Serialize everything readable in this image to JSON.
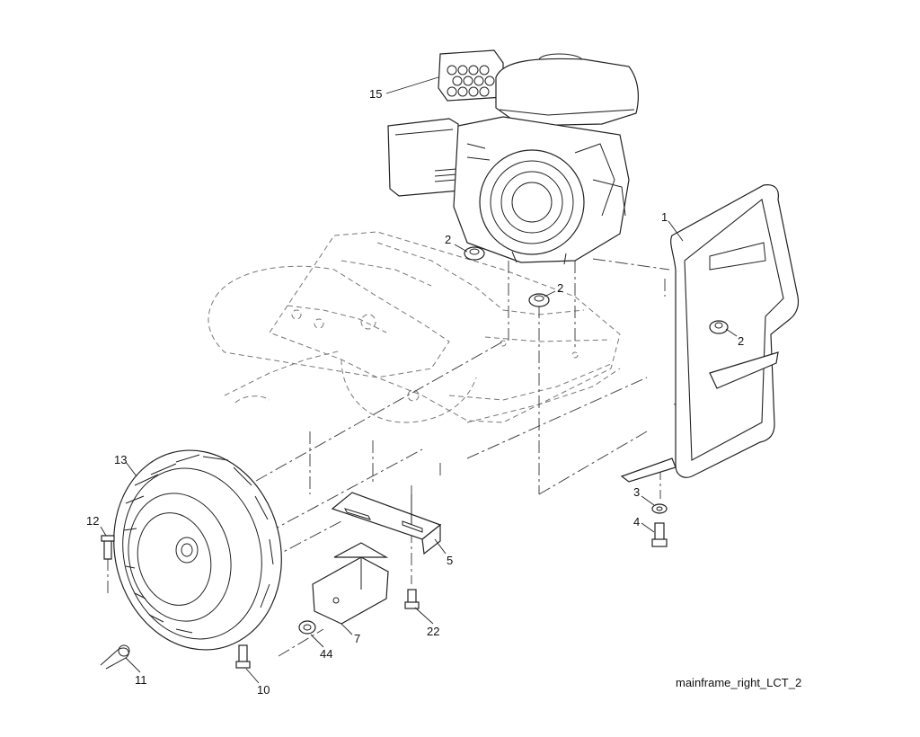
{
  "diagram": {
    "caption": "mainframe_right_LCT_2",
    "callouts": {
      "engine": "15",
      "bumper_frame": "1",
      "flange_nut_a": "2",
      "flange_nut_b": "2",
      "flange_nut_c": "2",
      "washer": "3",
      "bumper_bolt": "4",
      "bracket": "5",
      "weight_block": "7",
      "wheel_bolt": "10",
      "hairpin": "11",
      "clevis_pin": "12",
      "wheel_tire": "13",
      "bracket_bolt": "22",
      "block_nut": "44"
    }
  }
}
